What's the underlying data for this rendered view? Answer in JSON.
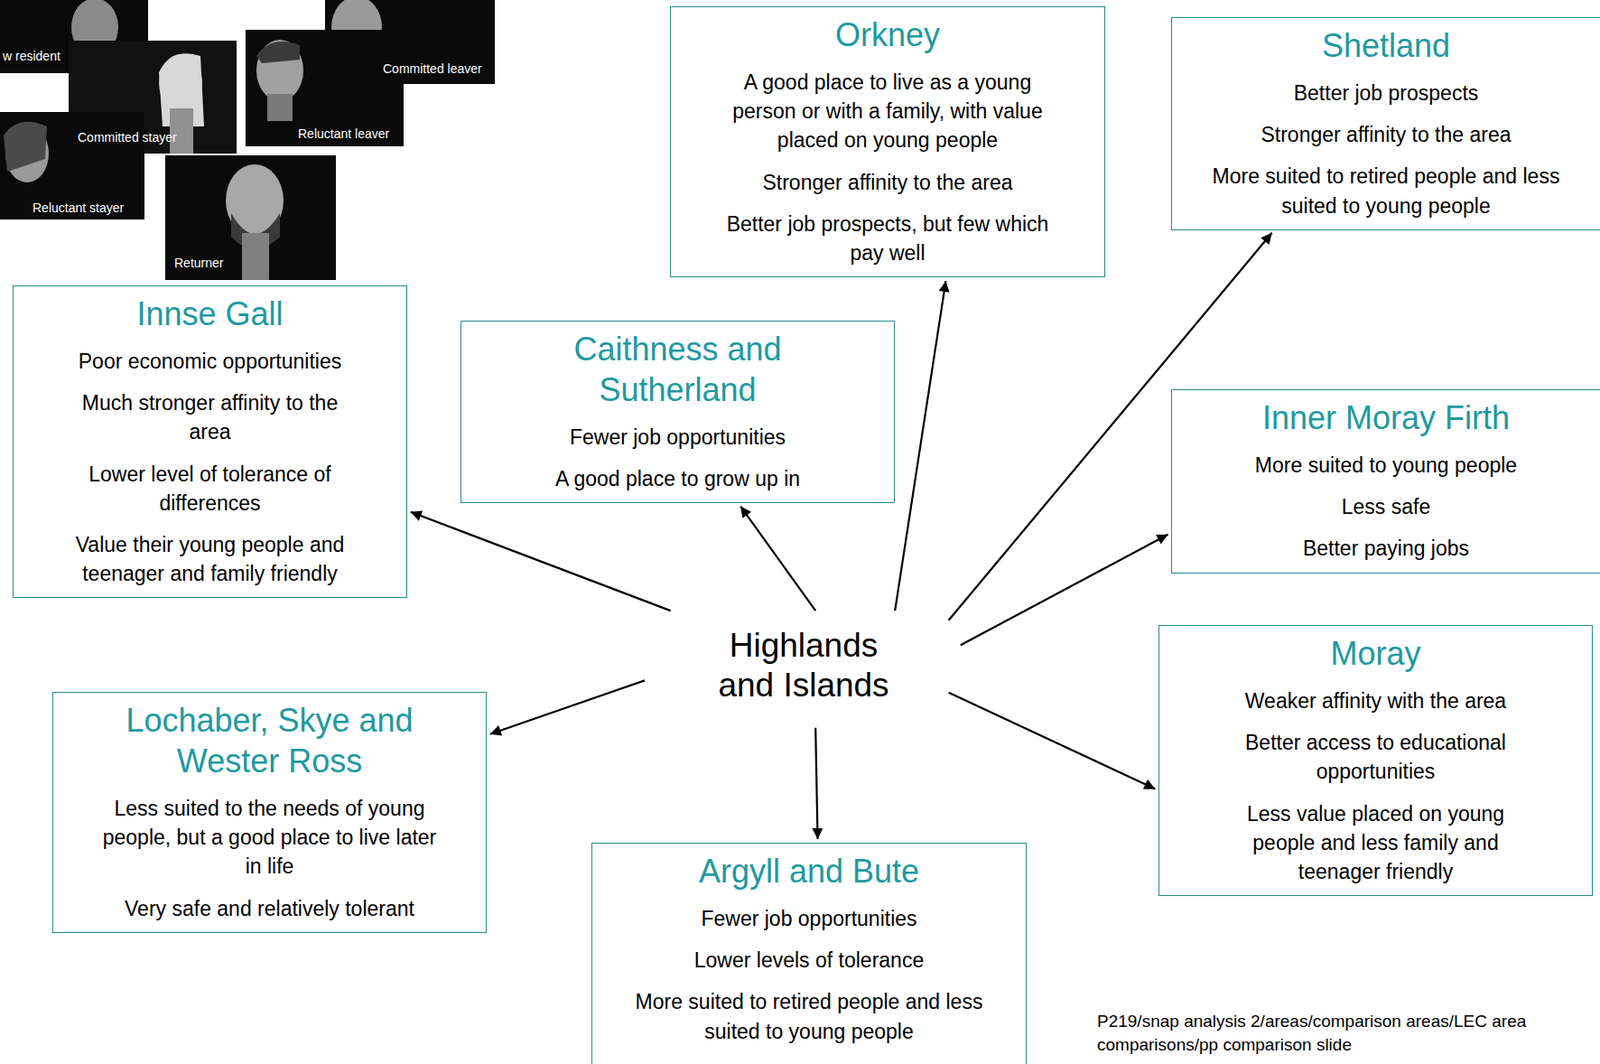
{
  "diagram": {
    "nodes": [
      {
        "text": [
          "Orkney",
          "A good place to live as a young person or with a family, with value placed on young people",
          "Stronger affinity to the area",
          "Better job prospects, but few which pay well"
        ]
      },
      {
        "text": [
          "Shetland",
          "Better job prospects",
          "Stronger affinity to the area",
          "More suited to retired people and less suited to young people"
        ]
      },
      {
        "text": [
          "Innse Gall",
          "Poor economic opportunities",
          "Much stronger affinity to the area",
          "Lower level of tolerance of differences",
          "Value their young people and teenager and family friendly"
        ]
      },
      {
        "text": [
          "Caithness and Sutherland",
          "Fewer job opportunities",
          "A good place to grow up in"
        ]
      },
      {
        "text": [
          "Inner Moray Firth",
          "More suited to young people",
          "Less safe",
          "Better paying jobs"
        ]
      },
      {
        "text": [
          "Highlands and Islands"
        ]
      },
      {
        "text": [
          "Moray",
          "Weaker affinity with the area",
          "Better access to educational opportunities",
          "Less value placed on young people and less family and teenager friendly"
        ]
      },
      {
        "text": [
          "Lochaber, Skye and Wester Ross",
          "Less suited to the needs of young people, but a good place to live later in life",
          "Very safe and relatively tolerant"
        ]
      },
      {
        "text": [
          "Argyll and Bute",
          "Fewer job opportunities",
          "Lower levels of tolerance",
          "More suited to retired people and less suited to young people"
        ]
      }
    ],
    "edges": [
      {
        "from": 5,
        "to": 0,
        "arrow": "to"
      },
      {
        "from": 5,
        "to": 1,
        "arrow": "to"
      },
      {
        "from": 5,
        "to": 2,
        "arrow": "to"
      },
      {
        "from": 5,
        "to": 3,
        "arrow": "to"
      },
      {
        "from": 5,
        "to": 4,
        "arrow": "to"
      },
      {
        "from": 5,
        "to": 6,
        "arrow": "to"
      },
      {
        "from": 5,
        "to": 7,
        "arrow": "to"
      },
      {
        "from": 5,
        "to": 8,
        "arrow": "to"
      }
    ],
    "labels": [
      "w resident",
      "Committed stayer",
      "Committed leaver",
      "Reluctant leaver",
      "Reluctant stayer",
      "Returner",
      "P219/snap analysis 2/areas/comparison areas/LEC area comparisons/pp comparison slide"
    ]
  }
}
